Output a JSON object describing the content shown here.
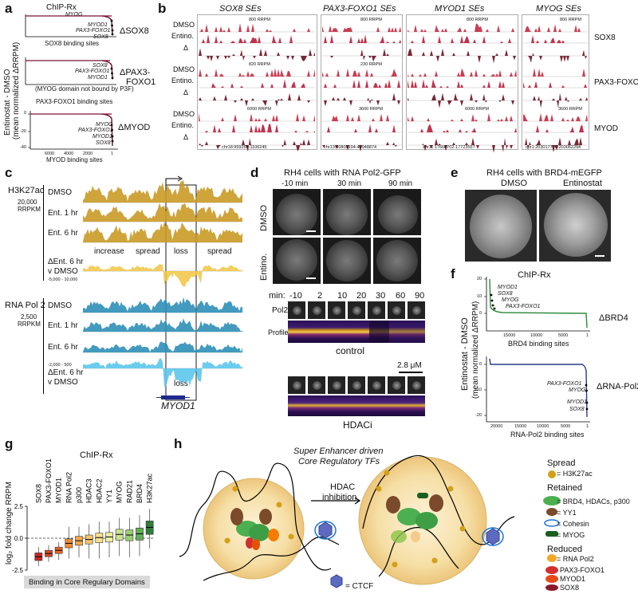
{
  "panels": {
    "a": "a",
    "b": "b",
    "c": "c",
    "d": "d",
    "e": "e",
    "f": "f",
    "g": "g",
    "h": "h"
  },
  "a": {
    "title": "ChIP-Rx",
    "ylabel_1": "Entinostat - DMSO",
    "ylabel_2": "(mean normalized ΔRRPM)",
    "sox8": {
      "label": "ΔSOX8",
      "genes": [
        "MYOG",
        "MYOD1",
        "PAX3-FOXO1",
        "SOX8"
      ],
      "xlabel": "SOX8 binding sites"
    },
    "pax3": {
      "label_1": "ΔPAX3-",
      "label_2": "FOXO1",
      "genes": [
        "SOX8",
        "PAX3-FOXO1",
        "MYOD1"
      ],
      "note": "(MYOG domain not bound by P3F)",
      "xlabel": "PAX3-FOXO1 binding sites"
    },
    "myod": {
      "label": "ΔMYOD",
      "genes": [
        "MYOG",
        "PAX3-FOXO1",
        "MYOD1",
        "SOX8"
      ],
      "xlabel": "MYOD binding sites",
      "yticks": [
        "0",
        "-20",
        "-40"
      ],
      "xticks": [
        "6000",
        "4000",
        "2000",
        "1"
      ]
    }
  },
  "b": {
    "columns": [
      "SOX8 SEs",
      "PAX3-FOXO1 SEs",
      "MYOD1 SEs",
      "MYOG SEs"
    ],
    "row_labels": [
      "DMSO",
      "Entino.",
      "Δ"
    ],
    "factors": [
      "SOX8",
      "PAX3-FOXO1",
      "MYOD"
    ],
    "scales": [
      [
        "800 RRPM",
        "800 RRPM"
      ],
      [
        "820 RRPM",
        "230 RRPM"
      ],
      [
        "6000 RRPM",
        "3600 RRPM"
      ]
    ],
    "scale_cols_3_4": [
      [
        "800 RRPM",
        "800 RRPM"
      ],
      [
        "6000 RRPM",
        "3600 RRPM"
      ]
    ],
    "coords": [
      "chr18:959268-1106245",
      "chr13:40805194-40948874",
      "chr11:17668702-17723557",
      "chr1:203017720-203062294"
    ]
  },
  "c": {
    "h3k27ac": "H3K27ac",
    "h3k_scale_1": "20,000",
    "h3k_scale_2": "RRPKM",
    "rows_top": [
      "DMSO",
      "Ent. 1 hr",
      "Ent. 6 hr"
    ],
    "delta_1": "ΔEnt. 6 hr",
    "delta_2": "v DMSO",
    "delta_scale_top": "-5,000 - 10,000",
    "annot": [
      "increase",
      "spread",
      "loss",
      "spread"
    ],
    "pol2": "RNA Pol 2",
    "pol2_scale_1": "2,500",
    "pol2_scale_2": "RRPKM",
    "rows_bottom": [
      "DMSO",
      "Ent. 1 hr",
      "Ent. 6 hr"
    ],
    "delta_scale_bottom": "-2,000 - 500",
    "loss": "loss",
    "gene": "MYOD1"
  },
  "d": {
    "title": "RH4 cells with RNA Pol2-GFP",
    "times": [
      "-10 min",
      "30 min",
      "90 min"
    ],
    "rows": [
      "DMSO",
      "Entino."
    ],
    "min_label": "min:",
    "tile_times": [
      "-10",
      "2",
      "10",
      "20",
      "30",
      "60",
      "90"
    ],
    "pol2": "Pol2",
    "profile": "Profile",
    "control": "control",
    "scale": "2.8 μM",
    "hdaci": "HDACi"
  },
  "e": {
    "title": "RH4 cells with BRD4-mEGFP",
    "cols": [
      "DMSO",
      "Entinostat"
    ]
  },
  "f": {
    "title": "ChIP-Rx",
    "ylabel_1": "Entinostat - DMSO",
    "ylabel_2": "(mean normalized ΔRRPM)",
    "brd4": {
      "label": "ΔBRD4",
      "genes": [
        "MYOD1",
        "SOX8",
        "MYOG",
        "PAX3-FOXO1"
      ],
      "xlabel": "BRD4 binding sites",
      "yticks": [
        "20",
        "10",
        "0"
      ],
      "xticks": [
        "15000",
        "10000",
        "5000",
        "1"
      ]
    },
    "pol2": {
      "label": "ΔRNA-Pol2",
      "genes": [
        "PAX3-FOXO1",
        "MYOG",
        "MYOD1",
        "SOX8"
      ],
      "xlabel": "RNA-Pol2 binding sites",
      "yticks": [
        "0",
        "-10",
        "-20"
      ],
      "xticks": [
        "20000",
        "15000",
        "10000",
        "5000",
        "1"
      ]
    }
  },
  "g": {
    "title": "ChIP-Rx",
    "ylabel": "log₂ fold change RRPM",
    "yticks": [
      "2.5",
      "0.0",
      "-2.5"
    ],
    "legend": "Binding in Core Regulary Domains"
  },
  "chart_data": {
    "type": "box",
    "categories": [
      "SOX8",
      "PAX3-FOXO1",
      "MYOD1",
      "RNA Pol2",
      "p300",
      "HDAC3",
      "HDAC2",
      "YY1",
      "MYOG",
      "RAD21",
      "BRD4",
      "H3K27ac"
    ],
    "medians": [
      -1.45,
      -1.2,
      -0.95,
      -0.4,
      -0.2,
      -0.1,
      0.05,
      0.1,
      0.3,
      0.25,
      0.35,
      0.85
    ],
    "q1": [
      -1.75,
      -1.45,
      -1.2,
      -0.75,
      -0.55,
      -0.45,
      -0.35,
      -0.3,
      -0.15,
      -0.2,
      -0.15,
      0.3
    ],
    "q3": [
      -1.15,
      -0.95,
      -0.7,
      -0.05,
      0.15,
      0.25,
      0.4,
      0.45,
      0.7,
      0.65,
      0.8,
      1.35
    ],
    "whisker_low": [
      -2.2,
      -1.85,
      -1.7,
      -1.6,
      -1.5,
      -1.6,
      -1.6,
      -1.5,
      -1.4,
      -1.5,
      -1.4,
      -0.8
    ],
    "whisker_high": [
      -0.7,
      -0.55,
      -0.3,
      0.9,
      0.9,
      1.1,
      1.3,
      1.3,
      1.6,
      1.6,
      1.8,
      2.3
    ],
    "colors": [
      "#c62828",
      "#d84a2a",
      "#e9652e",
      "#f08b3a",
      "#f5a94c",
      "#f8c66a",
      "#fbe08d",
      "#edeea0",
      "#c8e38e",
      "#98cf74",
      "#5fae55",
      "#2e7d3a"
    ],
    "ylim": [
      -2.5,
      2.5
    ],
    "ylabel": "log₂ fold change RRPM",
    "title": "ChIP-Rx"
  },
  "h": {
    "caption_1": "Super Enhancer driven",
    "caption_2": "Core Regulatory TFs",
    "arrow_1": "HDAC",
    "arrow_2": "inhibition",
    "ctcf": "= CTCF",
    "spread_title": "Spread",
    "spread_items": [
      "= H3K27ac"
    ],
    "retained_title": "Retained",
    "retained_items": [
      "= BRD4, HDACs, p300",
      "= YY1",
      "= Cohesin",
      "= MYOG"
    ],
    "reduced_title": "Reduced",
    "reduced_items": [
      "= RNA Pol2",
      "PAX3-FOXO1",
      "MYOD1",
      "SOX8"
    ]
  }
}
